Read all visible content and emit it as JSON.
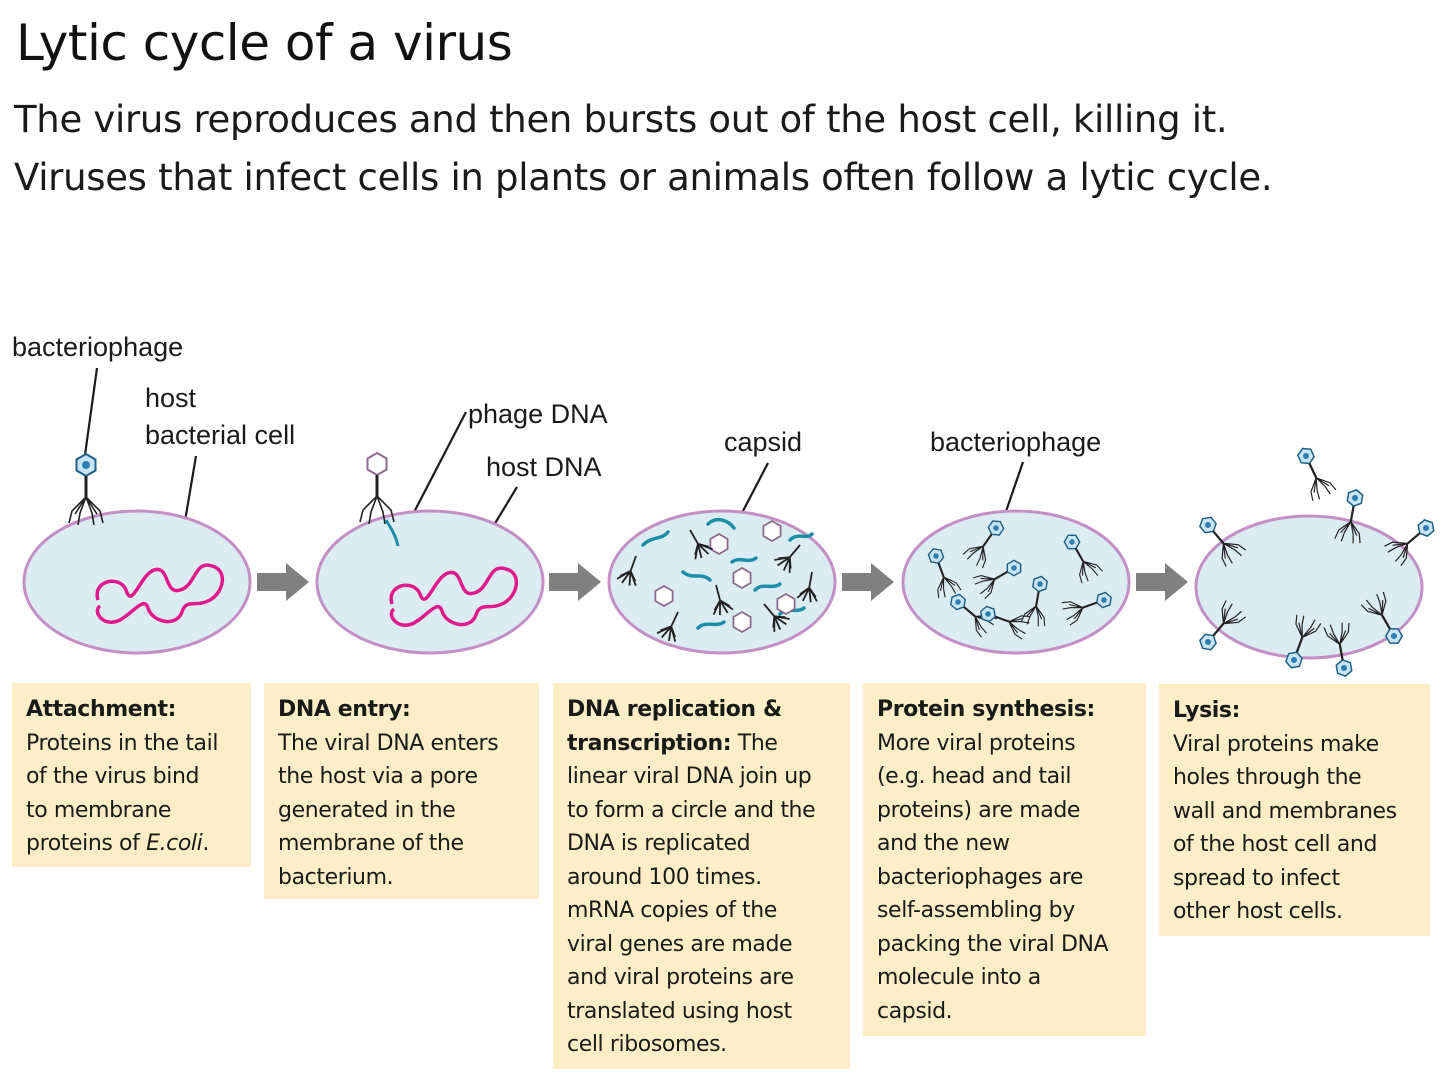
{
  "title": "Lytic cycle of a virus",
  "subtitle_line1": "The virus reproduces and then bursts out of the host cell, killing it.",
  "subtitle_line2": "Viruses that infect cells in plants or animals often follow a lytic cycle.",
  "labels": {
    "bacteriophage_1": "bacteriophage",
    "host_1": "host",
    "bacterial_cell": "bacterial cell",
    "phage_dna": "phage DNA",
    "host_dna": "host DNA",
    "capsid": "capsid",
    "bacteriophage_2": "bacteriophage"
  },
  "colors": {
    "cell_fill": "#dcecf3",
    "cell_outline": "#c48fc4",
    "host_dna": "#e01a8c",
    "viral_dna": "#1c8fa8",
    "arrow": "#808080",
    "box_fill": "#fdeec7"
  },
  "stages": [
    {
      "heading": "Attachment:",
      "text": "Proteins in the tail\nof the virus bind\nto membrane\nproteins of ",
      "italic": "E.coli",
      "tail": "."
    },
    {
      "heading": "DNA entry:",
      "text": "The viral DNA enters\nthe host via a pore\ngenerated in the\nmembrane of the\nbacterium.",
      "italic": "",
      "tail": ""
    },
    {
      "heading": "DNA replication &\ntranscription:",
      "text": " The\nlinear viral DNA join up\nto form a circle and the\nDNA is replicated\naround 100 times.\nmRNA copies of the\nviral genes are made\nand viral proteins are\ntranslated using host\ncell ribosomes.",
      "italic": "",
      "tail": ""
    },
    {
      "heading": "Protein synthesis:",
      "text": "More viral proteins\n(e.g. head and tail\nproteins) are made\nand the new\nbacteriophages are\nself-assembling by\npacking the viral DNA\nmolecule into a\ncapsid.",
      "italic": "",
      "tail": ""
    },
    {
      "heading": "Lysis:",
      "text": "Viral proteins make\nholes through the\nwall and membranes\nof the host cell and\nspread to infect\nother host cells.",
      "italic": "",
      "tail": ""
    }
  ]
}
